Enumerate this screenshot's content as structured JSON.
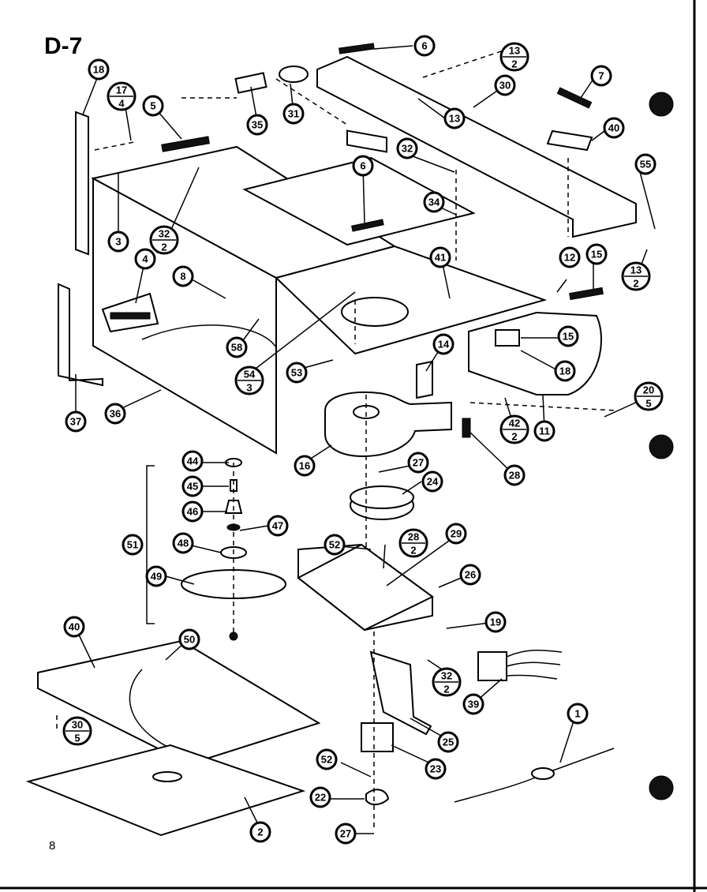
{
  "title": "D-7",
  "page_number": "8",
  "callouts": {
    "c18a": "18",
    "c17": "17",
    "c17d": "4",
    "c5": "5",
    "c35": "35",
    "c31": "31",
    "c6a": "6",
    "c13a": "13",
    "c13ad": "2",
    "c30a": "30",
    "c13b": "13",
    "c7": "7",
    "c40a": "40",
    "c32a": "32",
    "c6b": "6",
    "c55": "55",
    "c34": "34",
    "c3": "3",
    "c32b": "32",
    "c32bd": "2",
    "c4": "4",
    "c8": "8",
    "c41": "41",
    "c12": "12",
    "c15a": "15",
    "c13c": "13",
    "c13cd": "2",
    "c58": "58",
    "c54": "54",
    "c54d": "3",
    "c53": "53",
    "c14": "14",
    "c15b": "15",
    "c18b": "18",
    "c20": "20",
    "c20d": "5",
    "c37": "37",
    "c36": "36",
    "c42": "42",
    "c42d": "2",
    "c11": "11",
    "c16": "16",
    "c28": "28",
    "c27a": "27",
    "c24": "24",
    "c44": "44",
    "c45": "45",
    "c46": "46",
    "c47": "47",
    "c51": "51",
    "c48": "48",
    "c52a": "52",
    "c28b": "28",
    "c28bd": "2",
    "c29": "29",
    "c49": "49",
    "c26": "26",
    "c40b": "40",
    "c50": "50",
    "c19": "19",
    "c32c": "32",
    "c32cd": "2",
    "c39": "39",
    "c30b": "30",
    "c30bd": "5",
    "c25": "25",
    "c1": "1",
    "c23": "23",
    "c52b": "52",
    "c22": "22",
    "c2": "2",
    "c27b": "27"
  }
}
